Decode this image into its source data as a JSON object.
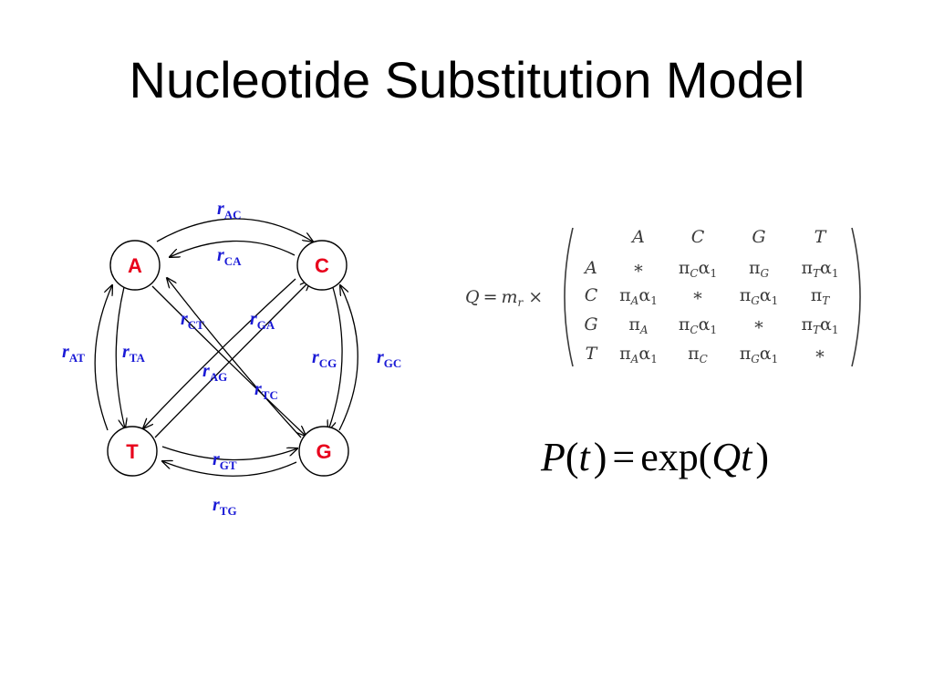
{
  "title": "Nucleotide Substitution Model",
  "colors": {
    "node_text": "#e8001c",
    "rate_text": "#1a1ad6",
    "line": "#000000"
  },
  "nodes": {
    "A": "A",
    "C": "C",
    "T": "T",
    "G": "G"
  },
  "rates": {
    "AC": "AC",
    "CA": "CA",
    "CT": "CT",
    "GA": "GA",
    "AT": "AT",
    "TA": "TA",
    "AG": "AG",
    "TC": "TC",
    "CG": "CG",
    "GC": "GC",
    "GT": "GT",
    "TG": "TG"
  },
  "rate_symbol": "r",
  "matrix": {
    "lhs": "Q",
    "equals": "=",
    "scale_var": "m",
    "scale_sub": "r",
    "times": "×",
    "col_headers": [
      "A",
      "C",
      "G",
      "T"
    ],
    "row_headers": [
      "A",
      "C",
      "G",
      "T"
    ],
    "star": "∗",
    "pi": "π",
    "alpha": "α"
  },
  "prob_equation": {
    "lhs_func": "P",
    "lhs_arg": "t",
    "equals": "=",
    "rhs_func": "exp",
    "rhs_arg1": "Q",
    "rhs_arg2": "t"
  }
}
